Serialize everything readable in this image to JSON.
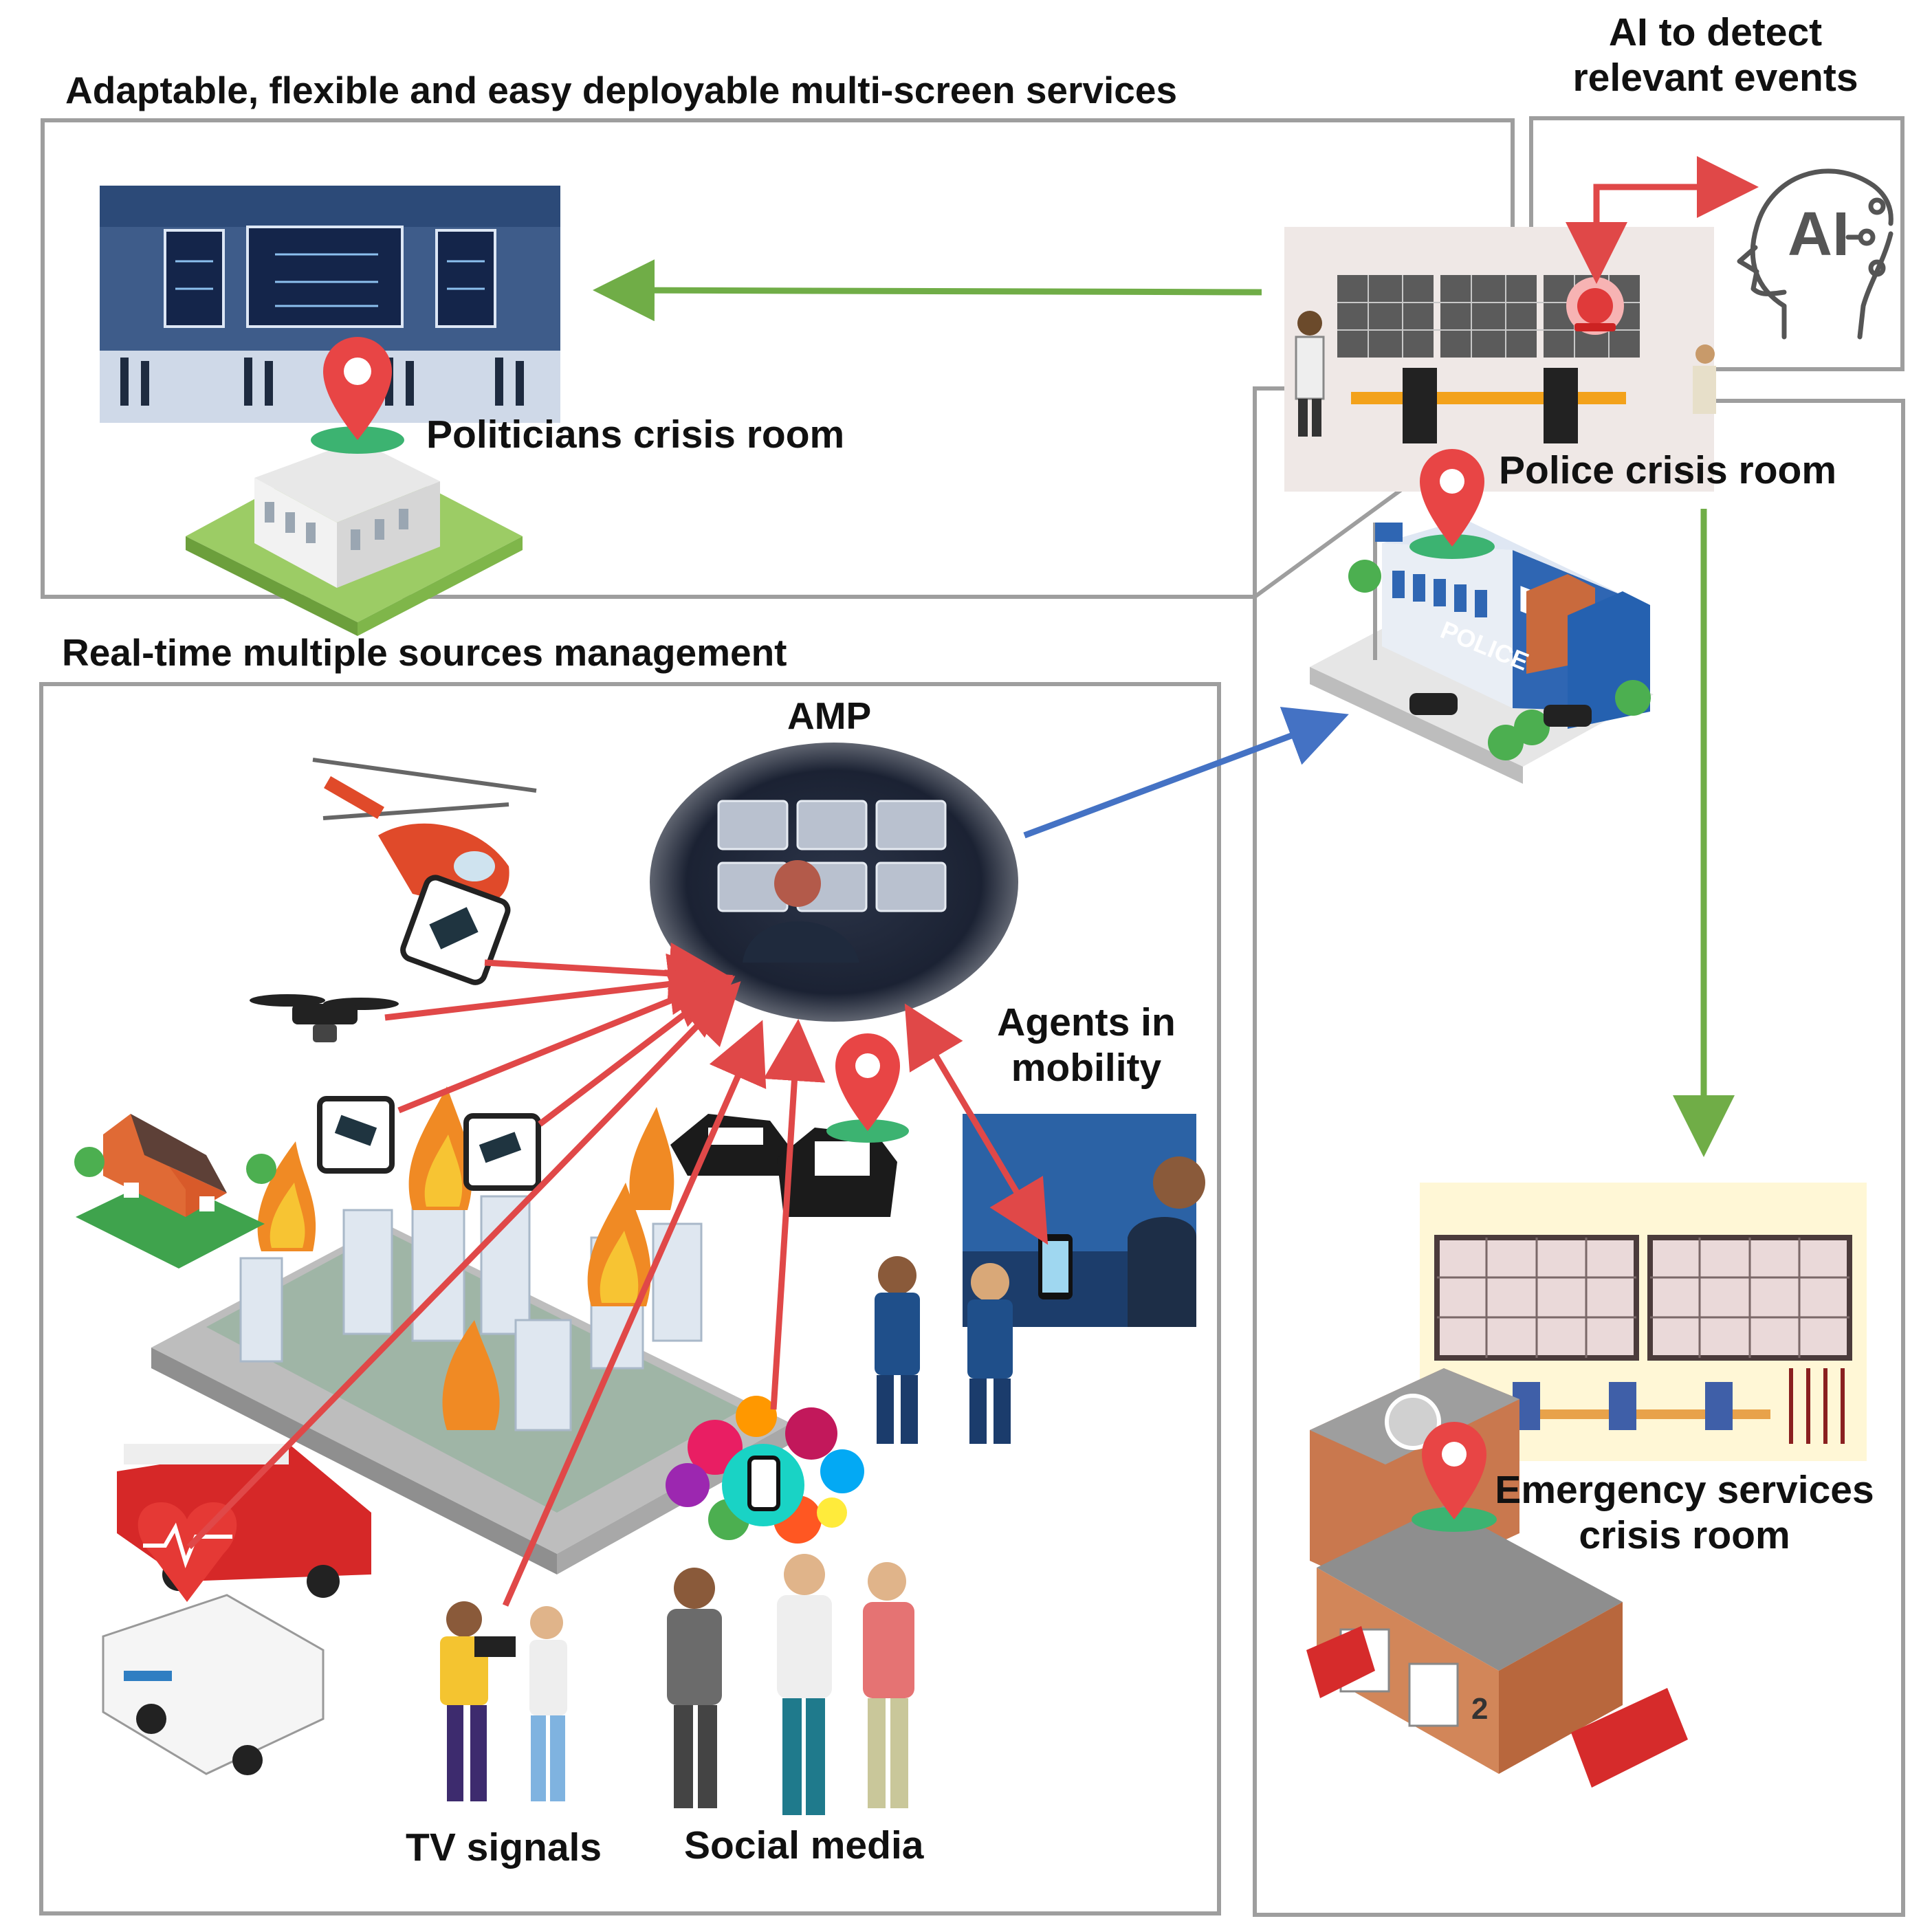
{
  "sections": {
    "top": "Adaptable, flexible and easy deployable multi-screen services",
    "bottom": "Real-time multiple sources management"
  },
  "ai": {
    "line1": "AI to detect",
    "line2": "relevant events",
    "icon_text": "AI"
  },
  "rooms": {
    "politicians": "Politicians crisis room",
    "police": "Police crisis room",
    "emergency_line1": "Emergency services",
    "emergency_line2": "crisis room"
  },
  "amp": "AMP",
  "agents": {
    "line1": "Agents in",
    "line2": "mobility"
  },
  "sources": {
    "tv": "TV signals",
    "social": "Social media"
  },
  "building_signs": {
    "police": "POLICE",
    "fire_number": "2"
  },
  "colors": {
    "green_arrow": "#70ad47",
    "red_arrow": "#e04848",
    "blue_arrow": "#4472c4",
    "box_border": "#9e9e9e",
    "pin": "#e84545"
  }
}
